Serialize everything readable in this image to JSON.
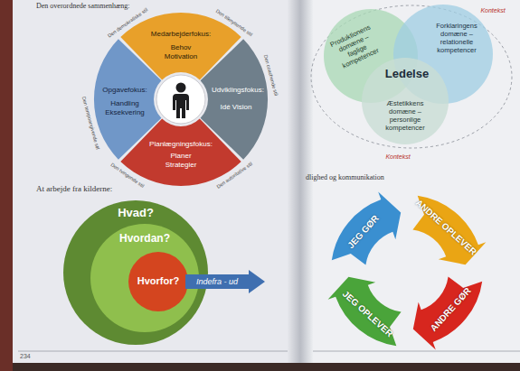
{
  "diagram": {
    "nodes": [
      {
        "text": [
          "Medarbejderfokus:",
          "Behov Motivation"
        ]
      },
      {
        "text": [
          "Udviklingsfokus:",
          "Idé Vision"
        ]
      },
      {
        "text": [
          "Planlægningsfokus:",
          "Planer Strategier"
        ]
      },
      {
        "text": [
          "Opgavefokus:",
          "Handling Eksekvering"
        ]
      },
      {
        "text": [
          "Hvad?"
        ]
      },
      {
        "text": [
          "Hvordan?"
        ],
        "in": 4
      },
      {
        "text": [
          "Hvorfor?"
        ],
        "in": 5
      },
      {
        "text": [
          "Indefra - ud"
        ]
      },
      {
        "text": [
          "Kontekst",
          "Kontekst"
        ]
      },
      {
        "text": [
          "Produktionens domæne – faglige kompetencer"
        ],
        "in": 8
      },
      {
        "text": [
          "Forklaringens domæne – relationelle kompetencer"
        ],
        "in": 8
      },
      {
        "text": [
          "Æstetikkens domæne – personlige kompetencer"
        ],
        "in": 8
      },
      {
        "text": [
          "JEG GØR"
        ]
      },
      {
        "text": [
          "ANDRE OPLEVER"
        ]
      },
      {
        "text": [
          "ANDRE GØR"
        ]
      },
      {
        "text": [
          "JEG OPLEVER"
        ]
      }
    ],
    "labels": [
      "Den overordnede sammenhæng:",
      "Den demokratiske stil",
      "Den tilknyttende stil",
      "Den coachende stil",
      "Den autoritative stil",
      "Den tvingende stil",
      "Den tempoangivende stil",
      "At arbejde fra kilderne:",
      "234",
      "Ledelse",
      "dlighed og kommunikation"
    ]
  }
}
